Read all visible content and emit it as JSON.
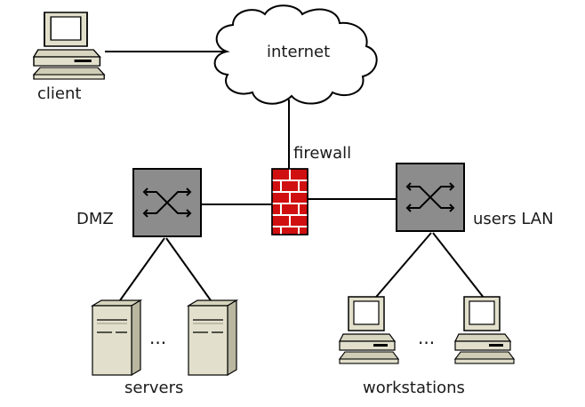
{
  "labels": {
    "client": "client",
    "internet": "internet",
    "firewall": "firewall",
    "dmz": "DMZ",
    "users_lan": "users LAN",
    "servers": "servers",
    "workstations": "workstations",
    "servers_ellipsis": "...",
    "workstations_ellipsis": "..."
  },
  "icons": {
    "client": "desktop-computer-icon",
    "cloud": "cloud-icon",
    "firewall": "brick-firewall-icon",
    "dmz_switch": "network-switch-icon",
    "lan_switch": "network-switch-icon",
    "server": "tower-server-icon",
    "workstation": "desktop-computer-icon"
  },
  "colors": {
    "background": "#ffffff",
    "line": "#000000",
    "switch_fill": "#8c8c8c",
    "firewall_red": "#d01010",
    "device_beige": "#e2e0cc",
    "screen_white": "#ffffff"
  }
}
